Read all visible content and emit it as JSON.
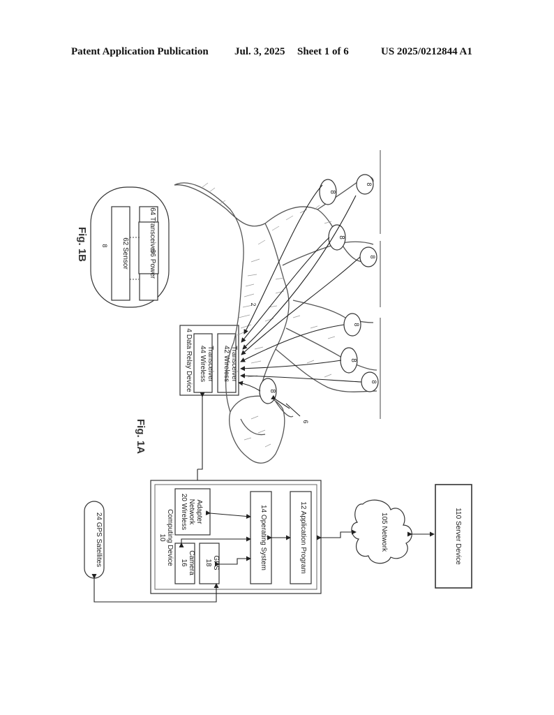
{
  "header": {
    "publication": "Patent Application Publication",
    "date": "Jul. 3, 2025",
    "sheet": "Sheet 1 of 6",
    "number": "US 2025/0212844 A1"
  },
  "figures": {
    "fig1a": "Fig. 1A",
    "fig1b": "Fig. 1B"
  },
  "fig1b": {
    "ref": "8",
    "sensor": "62 Sensor",
    "transceiver": "64 Transceiver",
    "power": "66 Power"
  },
  "relay": {
    "title": "4 Data Relay Device",
    "wt44_line1": "44 Wireless",
    "wt44_line2": "Transceiver",
    "wt42_line1": "42 Wireless",
    "wt42_line2": "Transceiver"
  },
  "animal": {
    "ref_body": "2",
    "ref_collar": "6",
    "ref_sensor": "8",
    "ref_foot": "8"
  },
  "computing": {
    "title_num": "10",
    "title": "Computing Device",
    "adapter_line1": "20 Wireless",
    "adapter_line2": "Network",
    "adapter_line3": "Adapter",
    "camera_num": "16",
    "camera": "Camera",
    "gps_num": "18",
    "gps": "GPS",
    "os": "14 Operating System",
    "app": "12 Application Program"
  },
  "gps_sat": "24 GPS Satellites",
  "network": "105 Network",
  "server": "110 Server Device"
}
